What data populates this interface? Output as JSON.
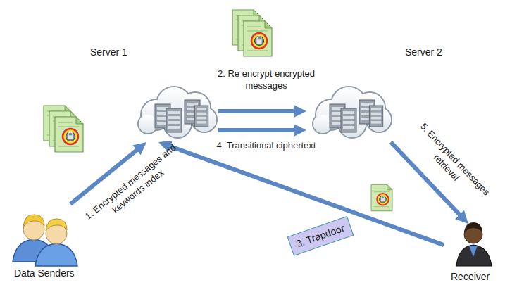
{
  "diagram": {
    "nodes": [
      {
        "text": [
          "Server 1"
        ]
      },
      {
        "text": [
          "Server 2"
        ]
      },
      {
        "text": [
          "Data Senders"
        ]
      },
      {
        "text": [
          "Receiver"
        ]
      }
    ],
    "edges": [
      {
        "from": 2,
        "to": 0,
        "arrow": "to",
        "label": "1. Encrypted messages and keywords index"
      },
      {
        "from": 0,
        "to": 1,
        "arrow": "to",
        "label": "2. Re encrypt encrypted messages"
      },
      {
        "from": 3,
        "to": 0,
        "arrow": "to",
        "label": "3. Trapdoor"
      },
      {
        "from": 0,
        "to": 1,
        "arrow": "to",
        "label": "4. Transitional ciphertext"
      },
      {
        "from": 1,
        "to": 3,
        "arrow": "to",
        "label": "5. Encrypted messages retrieval"
      }
    ]
  }
}
